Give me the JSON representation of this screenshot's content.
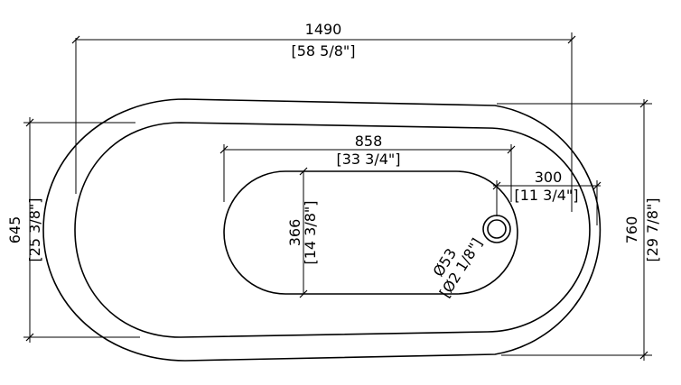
{
  "dimensions": {
    "overall_length": {
      "mm": "1490",
      "inch": "[58 5/8\"]"
    },
    "basin_length": {
      "mm": "858",
      "inch": "[33 3/4\"]"
    },
    "drain_offset": {
      "mm": "300",
      "inch": "[11 3/4\"]"
    },
    "basin_width": {
      "mm": "366",
      "inch": "[14 3/8\"]"
    },
    "drain_diameter": {
      "mm": "Ø53",
      "inch": "[Ø2 1/8\"]"
    },
    "left_width": {
      "mm": "645",
      "inch": "[25 3/8\"]"
    },
    "overall_width": {
      "mm": "760",
      "inch": "[29 7/8\"]"
    }
  }
}
